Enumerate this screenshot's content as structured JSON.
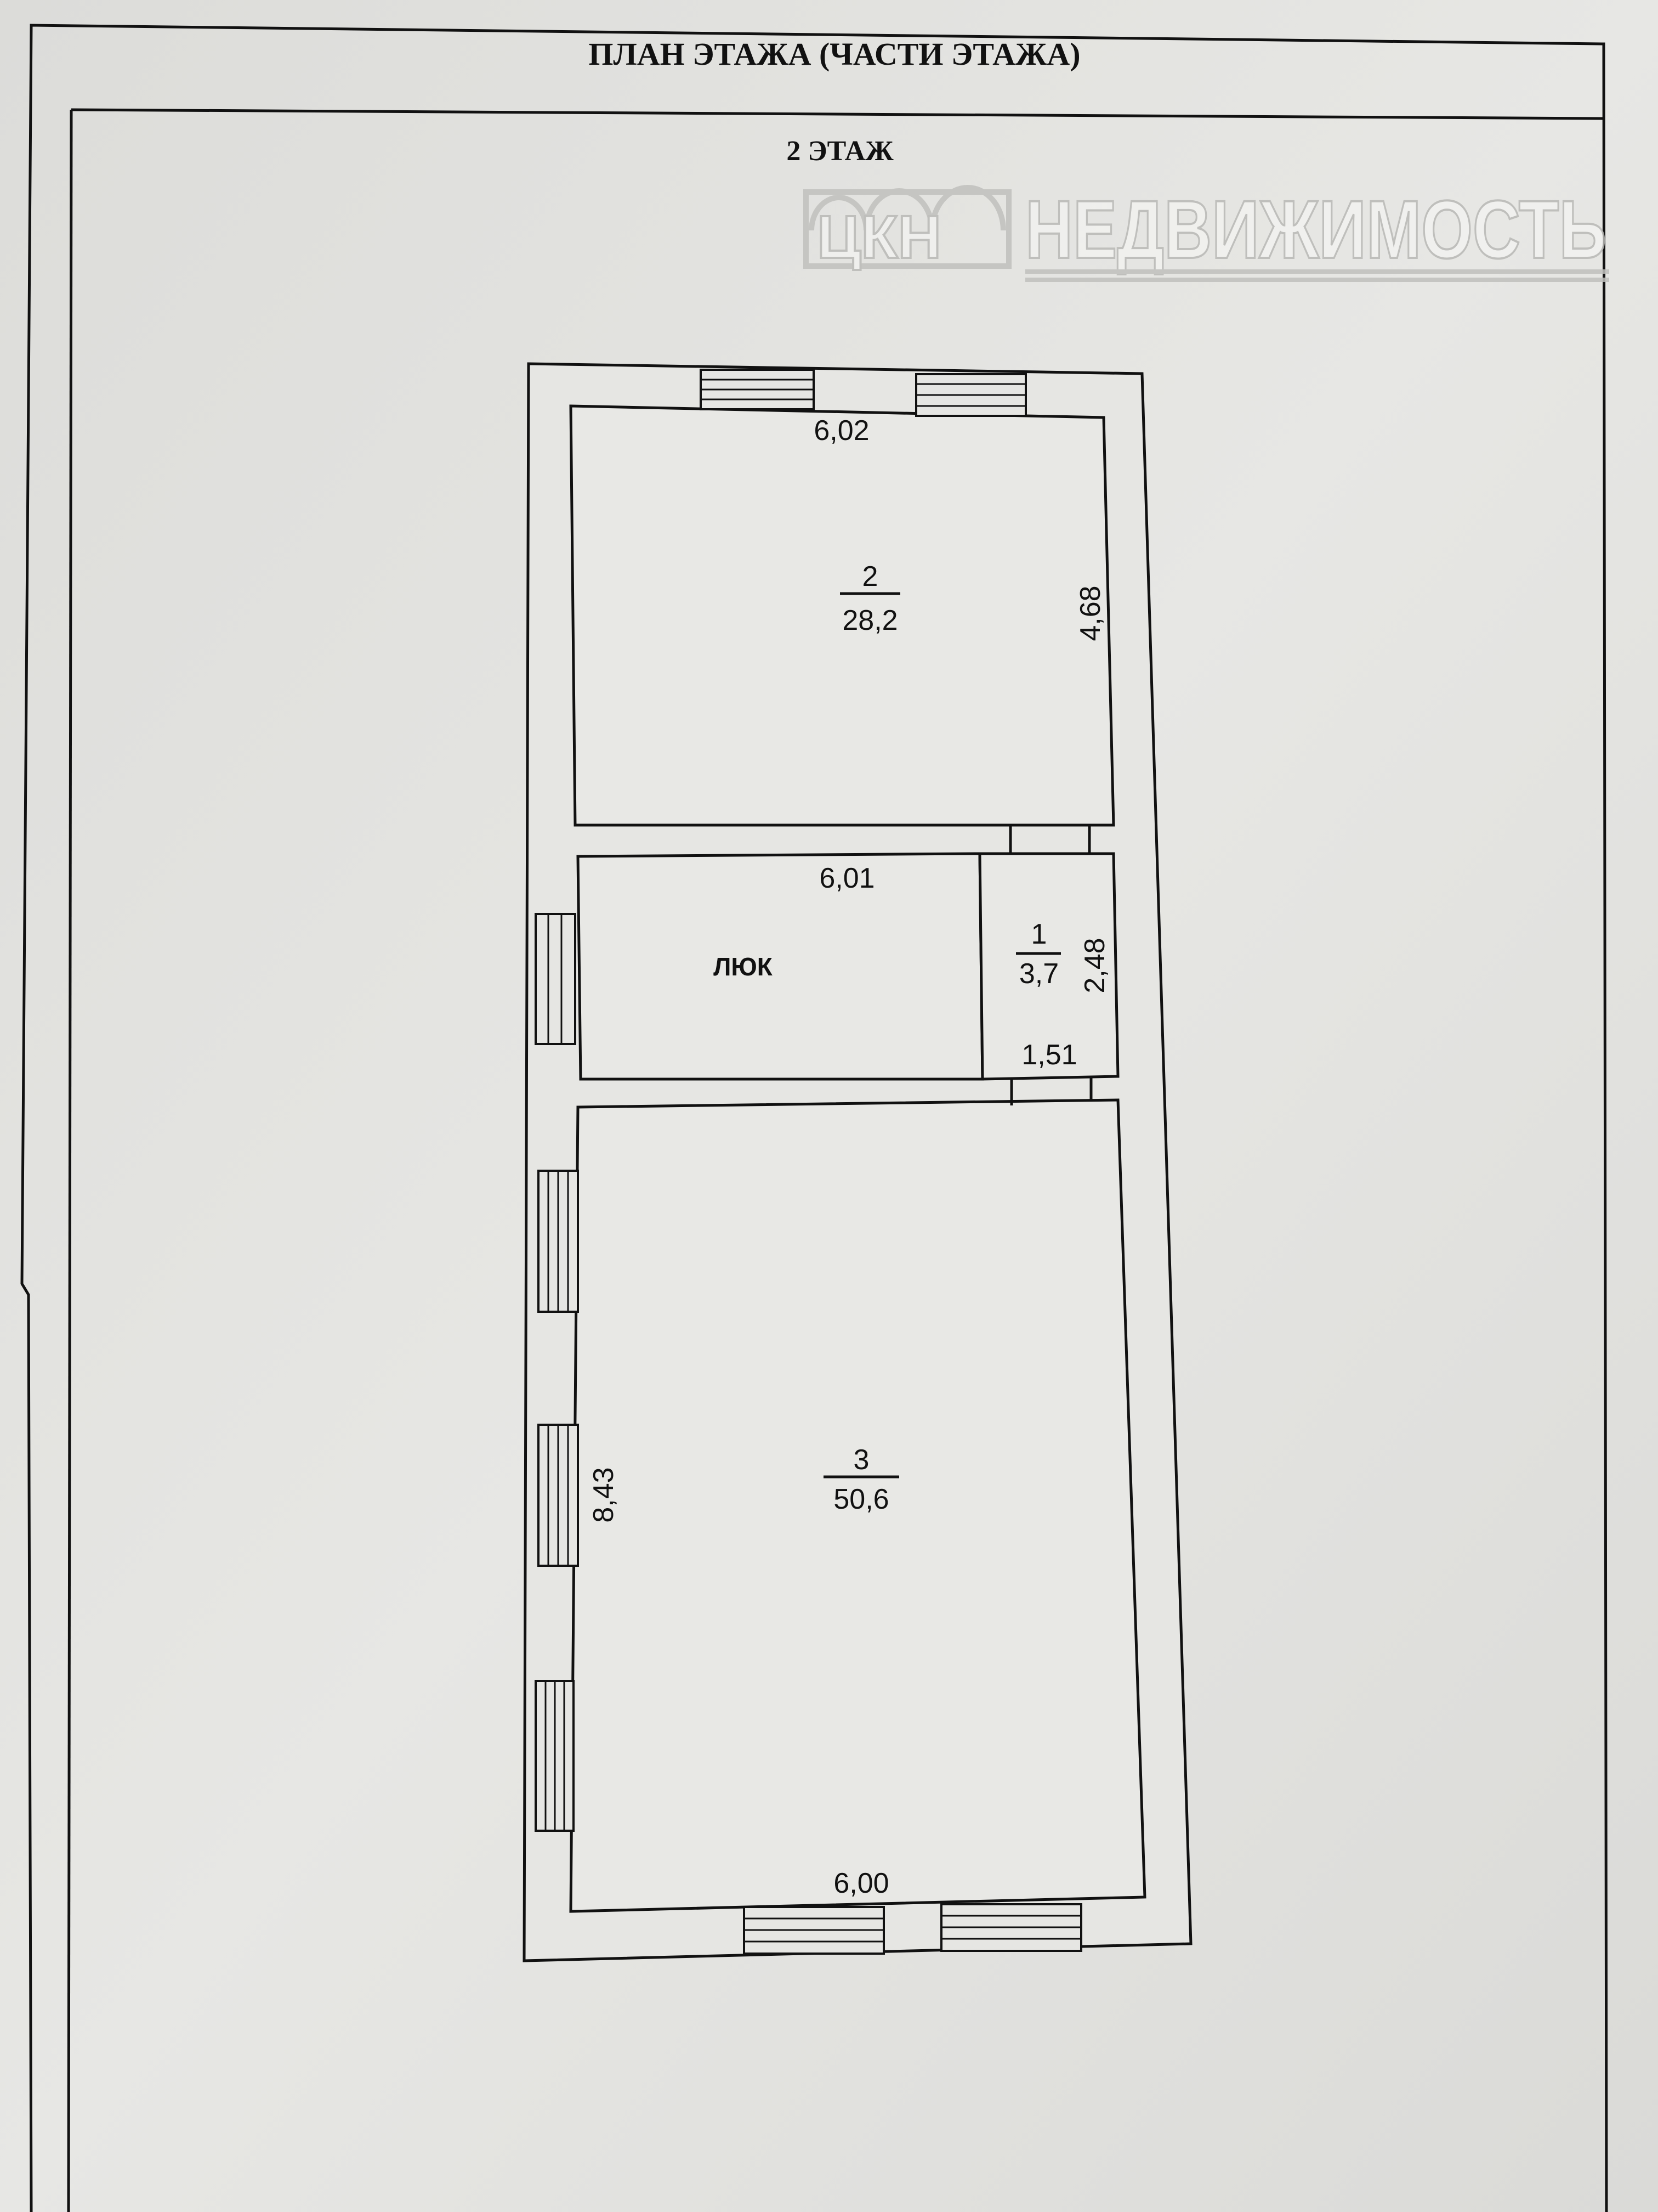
{
  "header": {
    "title": "ПЛАН  ЭТАЖА (ЧАСТИ ЭТАЖА)",
    "floor": "2 ЭТАЖ"
  },
  "watermark": {
    "logo_letters": "ЦКН",
    "text": "НЕДВИЖИМОСТЬ"
  },
  "rooms": [
    {
      "number": "2",
      "area": "28,2",
      "width": "6,02",
      "length": "4,68"
    },
    {
      "label": "ЛЮК",
      "width": "6,01"
    },
    {
      "number": "1",
      "area": "3,7",
      "width": "1,51",
      "length": "2,48"
    },
    {
      "number": "3",
      "area": "50,6",
      "width": "6,00",
      "length": "8,43"
    }
  ]
}
